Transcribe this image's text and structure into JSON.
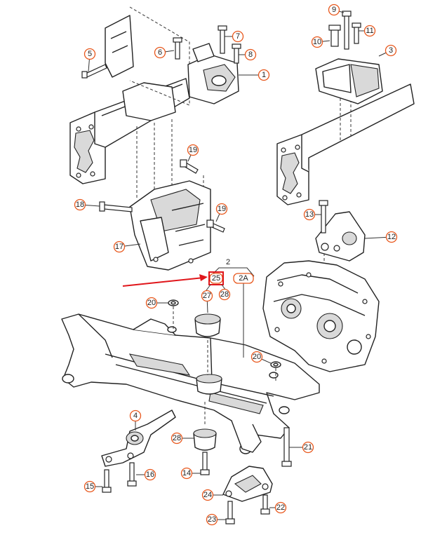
{
  "colors": {
    "callout": "#e8571c",
    "highlight": "#e0161b",
    "line": "#222222"
  },
  "callouts": [
    {
      "id": "9",
      "label": "9"
    },
    {
      "id": "11",
      "label": "11"
    },
    {
      "id": "10",
      "label": "10"
    },
    {
      "id": "3",
      "label": "3"
    },
    {
      "id": "7",
      "label": "7"
    },
    {
      "id": "5",
      "label": "5"
    },
    {
      "id": "6",
      "label": "6"
    },
    {
      "id": "8",
      "label": "8"
    },
    {
      "id": "1",
      "label": "1"
    },
    {
      "id": "19a",
      "label": "19"
    },
    {
      "id": "18",
      "label": "18"
    },
    {
      "id": "19b",
      "label": "19"
    },
    {
      "id": "17",
      "label": "17"
    },
    {
      "id": "13",
      "label": "13"
    },
    {
      "id": "12",
      "label": "12"
    },
    {
      "id": "20a",
      "label": "20"
    },
    {
      "id": "27",
      "label": "27"
    },
    {
      "id": "28a",
      "label": "28"
    },
    {
      "id": "20b",
      "label": "20"
    },
    {
      "id": "4",
      "label": "4"
    },
    {
      "id": "28b",
      "label": "28"
    },
    {
      "id": "21",
      "label": "21"
    },
    {
      "id": "14",
      "label": "14"
    },
    {
      "id": "16",
      "label": "16"
    },
    {
      "id": "15",
      "label": "15"
    },
    {
      "id": "24",
      "label": "24"
    },
    {
      "id": "22",
      "label": "22"
    },
    {
      "id": "23",
      "label": "23"
    }
  ],
  "group_labels": {
    "main": "2",
    "sub_a": "2A",
    "highlighted": "25",
    "sub_28": "28"
  }
}
